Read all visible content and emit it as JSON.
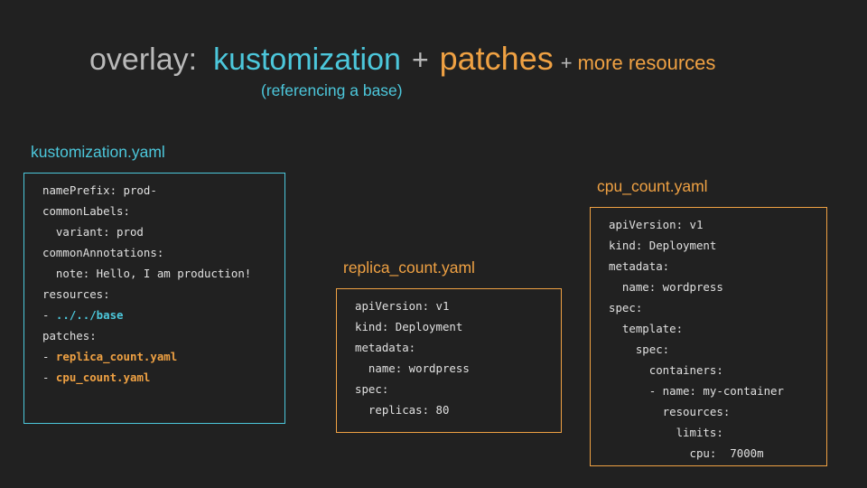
{
  "colors": {
    "bg": "#212121",
    "cyan": "#4cc7db",
    "orange": "#efa143",
    "gray": "#b9b9b9",
    "codeText": "#e0e0e0"
  },
  "title": {
    "prefix": "overlay:",
    "term1": "kustomization",
    "plus1": "+",
    "term2": "patches",
    "plus2": "+",
    "term3": "more resources",
    "subtitle": "(referencing a base)"
  },
  "boxes": [
    {
      "id": "kustomization",
      "label": "kustomization.yaml",
      "accent": "cyan",
      "lines": [
        [
          {
            "t": "namePrefix: prod-"
          }
        ],
        [
          {
            "t": "commonLabels:"
          }
        ],
        [
          {
            "t": "  variant: prod"
          }
        ],
        [
          {
            "t": "commonAnnotations:"
          }
        ],
        [
          {
            "t": "  note: Hello, I am production!"
          }
        ],
        [
          {
            "t": "resources:"
          }
        ],
        [
          {
            "t": "- "
          },
          {
            "t": "../../base",
            "c": "cyan"
          }
        ],
        [
          {
            "t": "patches:"
          }
        ],
        [
          {
            "t": "- "
          },
          {
            "t": "replica_count.yaml",
            "c": "orange"
          }
        ],
        [
          {
            "t": "- "
          },
          {
            "t": "cpu_count.yaml",
            "c": "orange"
          }
        ]
      ]
    },
    {
      "id": "replica_count",
      "label": "replica_count.yaml",
      "accent": "orange",
      "lines": [
        [
          {
            "t": "apiVersion: v1"
          }
        ],
        [
          {
            "t": "kind: Deployment"
          }
        ],
        [
          {
            "t": "metadata:"
          }
        ],
        [
          {
            "t": "  name: wordpress"
          }
        ],
        [
          {
            "t": "spec:"
          }
        ],
        [
          {
            "t": "  replicas: 80"
          }
        ]
      ]
    },
    {
      "id": "cpu_count",
      "label": "cpu_count.yaml",
      "accent": "orange",
      "lines": [
        [
          {
            "t": "apiVersion: v1"
          }
        ],
        [
          {
            "t": "kind: Deployment"
          }
        ],
        [
          {
            "t": "metadata:"
          }
        ],
        [
          {
            "t": "  name: wordpress"
          }
        ],
        [
          {
            "t": "spec:"
          }
        ],
        [
          {
            "t": "  template:"
          }
        ],
        [
          {
            "t": "    spec:"
          }
        ],
        [
          {
            "t": "      containers:"
          }
        ],
        [
          {
            "t": "      - name: my-container"
          }
        ],
        [
          {
            "t": "        resources:"
          }
        ],
        [
          {
            "t": "          limits:"
          }
        ],
        [
          {
            "t": "            cpu:  7000m"
          }
        ]
      ]
    }
  ]
}
